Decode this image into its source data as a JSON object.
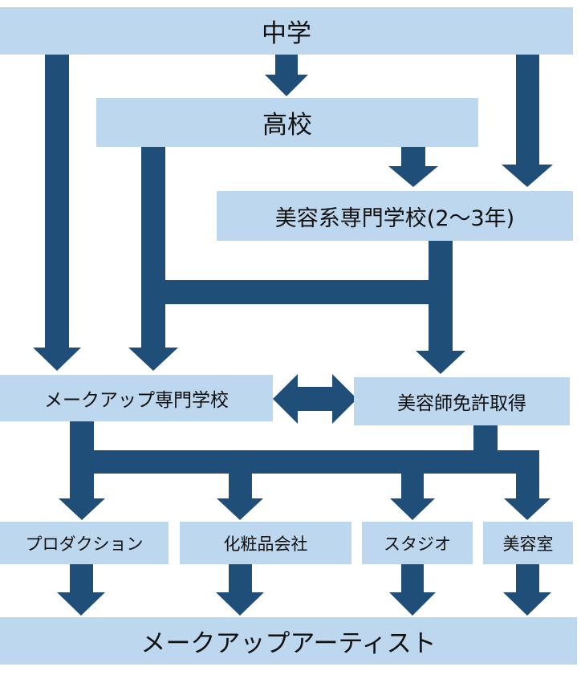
{
  "colors": {
    "box_fill": "#bdd7ee",
    "arrow": "#1f4e79",
    "text": "#111111"
  },
  "nodes": {
    "middle_school": "中学",
    "high_school": "高校",
    "beauty_vocational": "美容系専門学校(2～3年)",
    "makeup_vocational": "メークアップ専門学校",
    "beautician_license": "美容師免許取得",
    "production": "プロダクション",
    "cosmetics_company": "化粧品会社",
    "studio": "スタジオ",
    "beauty_salon": "美容室",
    "makeup_artist": "メークアップアーティスト"
  }
}
